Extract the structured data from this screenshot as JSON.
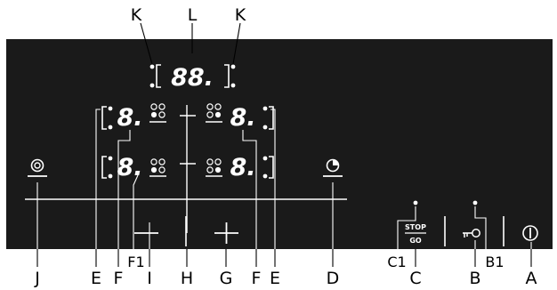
{
  "callouts": {
    "K_left": "K",
    "L": "L",
    "K_right": "K",
    "J": "J",
    "E_left": "E",
    "F_left": "F",
    "F1": "F1",
    "I": "I",
    "H": "H",
    "G": "G",
    "F_right": "F",
    "E_right": "E",
    "D": "D",
    "C1": "C1",
    "C": "C",
    "B": "B",
    "B1": "B1",
    "A": "A"
  },
  "display": {
    "timer": "88.",
    "zone_top_left": "8.",
    "zone_bottom_left": "8.",
    "zone_top_right": "8.",
    "zone_bottom_right": "8."
  },
  "buttons": {
    "stop_label": "STOP",
    "go_label": "GO"
  },
  "colors": {
    "panel": "#1a1a1a",
    "symbol": "#ffffff",
    "leader": "#000000"
  },
  "icons": {
    "J": "bridge-zone-icon",
    "D": "timer-icon",
    "B": "key-lock-icon",
    "A": "power-icon",
    "minus": "minus-icon",
    "plus": "plus-icon"
  }
}
